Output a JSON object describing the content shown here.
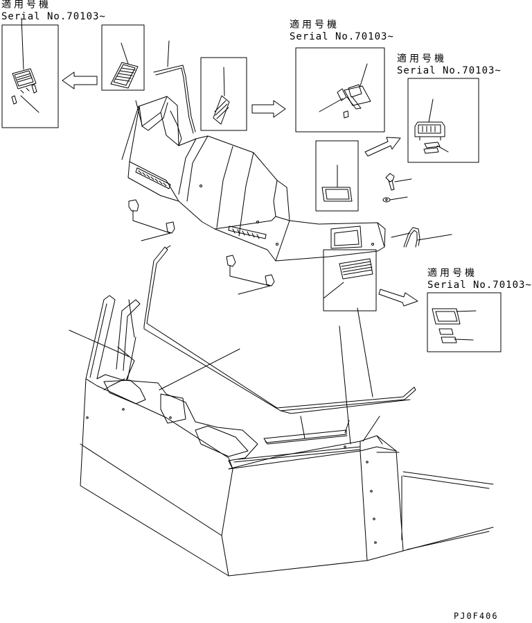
{
  "applicability_labels": [
    {
      "id": "a",
      "jp": "適用号機",
      "serial": "Serial No.70103~"
    },
    {
      "id": "b",
      "jp": "適用号機",
      "serial": "Serial No.70103~"
    },
    {
      "id": "c",
      "jp": "適用号機",
      "serial": "Serial No.70103~"
    },
    {
      "id": "d",
      "jp": "適用号機",
      "serial": "Serial No.70103~"
    }
  ],
  "drawing_code": "PJ0F406",
  "colors": {
    "line": "#000000",
    "background": "#ffffff"
  }
}
